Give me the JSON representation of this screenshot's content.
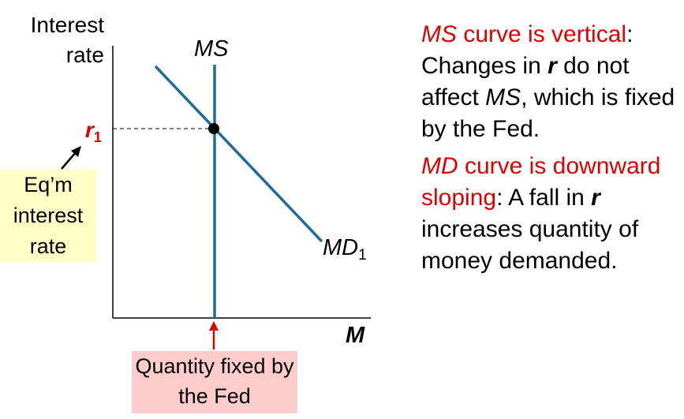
{
  "axes": {
    "y_label": "Interest\nrate",
    "x_label": "M"
  },
  "curves": {
    "ms_label": "MS",
    "md_label": "MD",
    "md_subscript": "1"
  },
  "equilibrium": {
    "r_label": "r",
    "r_subscript": "1"
  },
  "callouts": {
    "eq_rate": "Eq’m interest rate",
    "quantity_fixed": "Quantity fixed by the Fed"
  },
  "notes": {
    "ms": {
      "head_italic": "MS",
      "head_rest": " curve is vertical",
      "colon": ":",
      "body_1": " Changes in ",
      "body_r": "r",
      "body_2": " do not affect ",
      "body_ms": "MS",
      "body_3": ", which is fixed by the Fed."
    },
    "md": {
      "head_italic": "MD",
      "head_rest": " curve is downward sloping",
      "colon": ":",
      "body_1": " A fall in ",
      "body_r": "r",
      "body_2": " increases quantity of money demanded."
    }
  },
  "colors": {
    "curve": "#1f6b9c",
    "accent_red": "#e00000",
    "eq_box": "#ffffc5",
    "fed_box": "#ffcccc"
  }
}
